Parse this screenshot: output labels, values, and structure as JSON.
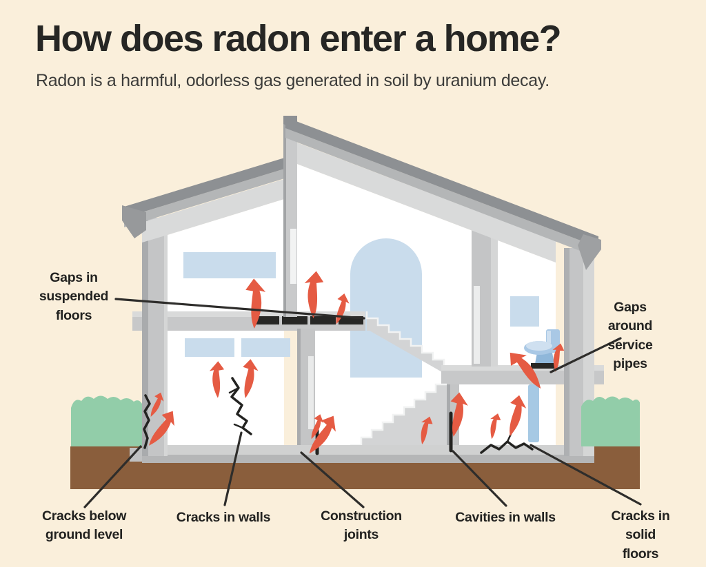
{
  "header": {
    "title": "How does radon enter a home?",
    "subtitle": "Radon is a harmful, odorless gas generated in soil by uranium decay."
  },
  "labels": {
    "gaps_suspended_floors": "Gaps in\nsuspended\nfloors",
    "gaps_service_pipes": "Gaps around\nservice pipes",
    "cracks_below_ground": "Cracks below\nground level",
    "cracks_in_walls": "Cracks in walls",
    "construction_joints": "Construction\njoints",
    "cavities_in_walls": "Cavities in walls",
    "cracks_solid_floors": "Cracks in\nsolid floors"
  },
  "colors": {
    "background": "#faefdb",
    "title_text": "#262624",
    "label_text": "#222220",
    "leader_line": "#2e2d2b",
    "arrow_red": "#e55b43",
    "grass_green": "#92cda9",
    "soil_brown": "#8a5e3c",
    "window_blue": "#c9dcec",
    "toilet_blue": "#a9c8e5",
    "pipe_blue": "#a6c9e4",
    "roof_dark_gray": "#8d9093",
    "roof_fascia_gray": "#b4b6b7",
    "soffit_light_gray": "#d9dada",
    "wall_gray": "#c4c5c6",
    "slab_gray": "#c7c8c9",
    "crack_black": "#232321"
  }
}
